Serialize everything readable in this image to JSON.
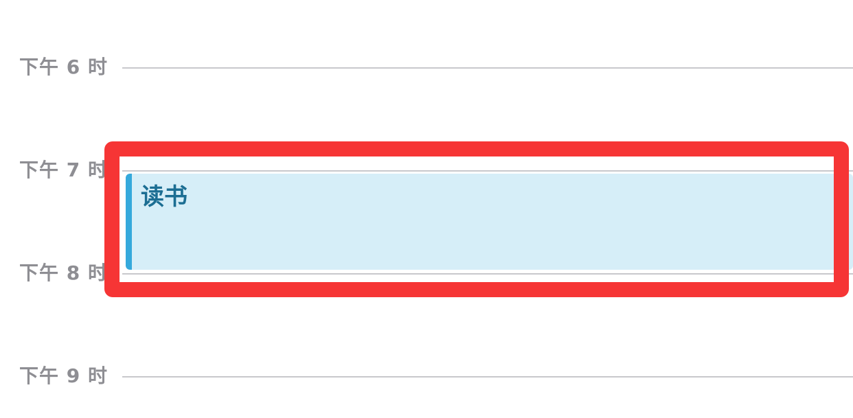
{
  "timeline": {
    "hours": [
      {
        "label": "下午 6 时"
      },
      {
        "label": "下午 7 时"
      },
      {
        "label": "下午 8 时"
      },
      {
        "label": "下午 9 时"
      }
    ]
  },
  "event": {
    "title": "读书",
    "accent_color": "#35a9dc",
    "background_color": "#d6eef8"
  },
  "highlight": {
    "color": "#f63535"
  }
}
